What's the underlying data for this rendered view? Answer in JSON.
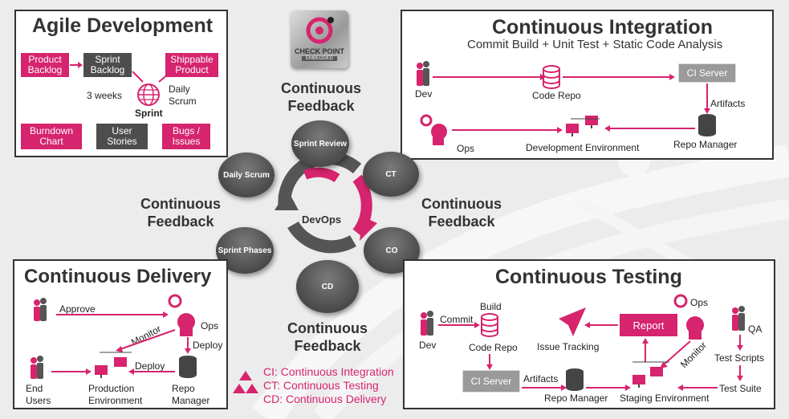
{
  "logo": {
    "line1": "CHECK POINT",
    "line2": "EMBEDDED"
  },
  "agile": {
    "title": "Agile Development",
    "product_backlog": "Product Backlog",
    "sprint_backlog": "Sprint Backlog",
    "shippable_product": "Shippable Product",
    "weeks": "3 weeks",
    "daily_scrum": "Daily Scrum",
    "sprint": "Sprint",
    "burndown_chart": "Burndown Chart",
    "user_stories": "User Stories",
    "bugs_issues": "Bugs / Issues"
  },
  "ci": {
    "title": "Continuous Integration",
    "subtitle": "Commit Build + Unit Test + Static Code Analysis",
    "dev": "Dev",
    "code_repo": "Code Repo",
    "ci_server": "CI Server",
    "artifacts": "Artifacts",
    "ops": "Ops",
    "dev_env": "Development Environment",
    "repo_manager": "Repo Manager"
  },
  "center": {
    "feedback_top_1": "Continuous",
    "feedback_top_2": "Feedback",
    "feedback_left_1": "Continuous",
    "feedback_left_2": "Feedback",
    "feedback_right_1": "Continuous",
    "feedback_right_2": "Feedback",
    "feedback_bottom_1": "Continuous",
    "feedback_bottom_2": "Feedback",
    "devops": "DevOps",
    "stages": {
      "sprint_review": "Sprint Review",
      "daily_scrum": "Daily Scrum",
      "ct": "CT",
      "sprint_phases": "Sprint Phases",
      "co": "CO",
      "cd": "CD"
    }
  },
  "cd": {
    "title": "Continuous Delivery",
    "approve": "Approve",
    "ops": "Ops",
    "monitor": "Monitor",
    "deploy1": "Deploy",
    "deploy2": "Deploy",
    "end_users": "End Users",
    "prod_env": "Production Environment",
    "repo_manager": "Repo Manager"
  },
  "ct": {
    "title": "Continuous Testing",
    "build": "Build",
    "commit": "Commit",
    "dev": "Dev",
    "code_repo": "Code Repo",
    "issue_tracking": "Issue Tracking",
    "report": "Report",
    "ops": "Ops",
    "qa": "QA",
    "test_scripts": "Test Scripts",
    "monitor": "Monitor",
    "ci_server": "CI Server",
    "artifacts": "Artifacts",
    "repo_manager": "Repo Manager",
    "staging_env": "Staging Environment",
    "test_suite": "Test Suite"
  },
  "legend": {
    "ci": "CI: Continuous Integration",
    "ct": "CT: Continuous Testing",
    "cd": "CD: Continuous Delivery"
  },
  "colors": {
    "accent": "#d6246e",
    "dark": "#4d4d4d",
    "text": "#333333"
  }
}
